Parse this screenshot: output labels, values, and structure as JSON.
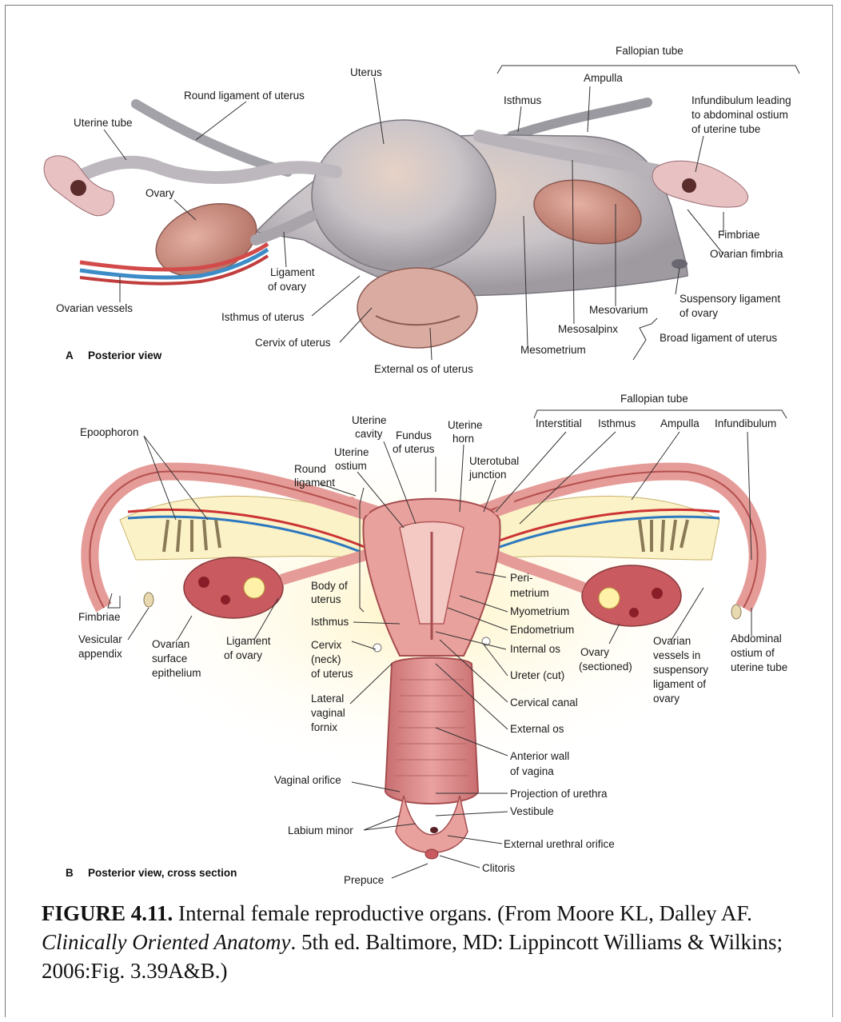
{
  "panel_a": {
    "title_letter": "A",
    "title_text": "Posterior view",
    "labels": {
      "fallopian_tube": "Fallopian tube",
      "uterus": "Uterus",
      "ampulla": "Ampulla",
      "round_ligament_of_uterus": "Round ligament of uterus",
      "isthmus": "Isthmus",
      "infundibulum_l1": "Infundibulum leading",
      "infundibulum_l2": "to abdominal ostium",
      "infundibulum_l3": "of uterine tube",
      "uterine_tube": "Uterine tube",
      "ovary": "Ovary",
      "fimbriae": "Fimbriae",
      "ovarian_fimbria": "Ovarian fimbria",
      "ligament_of_ovary_l1": "Ligament",
      "ligament_of_ovary_l2": "of ovary",
      "suspensory_l1": "Suspensory ligament",
      "suspensory_l2": "of ovary",
      "ovarian_vessels": "Ovarian vessels",
      "isthmus_of_uterus": "Isthmus of uterus",
      "mesovarium": "Mesovarium",
      "mesosalpinx": "Mesosalpinx",
      "broad_ligament": "Broad ligament of uterus",
      "cervix_of_uterus": "Cervix of uterus",
      "mesometrium": "Mesometrium",
      "external_os_of_uterus": "External os of uterus"
    }
  },
  "panel_b": {
    "title_letter": "B",
    "title_text": "Posterior view, cross section",
    "labels": {
      "fallopian_tube": "Fallopian tube",
      "uterine_cavity_l1": "Uterine",
      "uterine_cavity_l2": "cavity",
      "fundus_l1": "Fundus",
      "fundus_l2": "of uterus",
      "uterine_horn_l1": "Uterine",
      "uterine_horn_l2": "horn",
      "interstitial": "Interstitial",
      "isthmus": "Isthmus",
      "ampulla": "Ampulla",
      "infundibulum": "Infundibulum",
      "epoophoron": "Epoophoron",
      "uterine_ostium_l1": "Uterine",
      "uterine_ostium_l2": "ostium",
      "utero_l1": "Uterotubal",
      "utero_l2": "junction",
      "round_ligament_l1": "Round",
      "round_ligament_l2": "ligament",
      "body_l1": "Body of",
      "body_l2": "uterus",
      "perimetrium_l1": "Peri-",
      "perimetrium_l2": "metrium",
      "myometrium": "Myometrium",
      "endometrium": "Endometrium",
      "isthmus_uterus": "Isthmus",
      "internal_os": "Internal os",
      "fimbriae": "Fimbriae",
      "vesicular_l1": "Vesicular",
      "vesicular_l2": "appendix",
      "ovarian_surface_l1": "Ovarian",
      "ovarian_surface_l2": "surface",
      "ovarian_surface_l3": "epithelium",
      "ligament_ovary_l1": "Ligament",
      "ligament_ovary_l2": "of ovary",
      "cervix_l1": "Cervix",
      "cervix_l2": "(neck)",
      "cervix_l3": "of uterus",
      "ureter_cut": "Ureter (cut)",
      "ovary_sectioned_l1": "Ovary",
      "ovary_sectioned_l2": "(sectioned)",
      "ovarian_vessels_l1": "Ovarian",
      "ovarian_vessels_l2": "vessels in",
      "ovarian_vessels_l3": "suspensory",
      "ovarian_vessels_l4": "ligament of",
      "ovarian_vessels_l5": "ovary",
      "abdominal_ostium_l1": "Abdominal",
      "abdominal_ostium_l2": "ostium of",
      "abdominal_ostium_l3": "uterine tube",
      "lateral_fornix_l1": "Lateral",
      "lateral_fornix_l2": "vaginal",
      "lateral_fornix_l3": "fornix",
      "cervical_canal": "Cervical canal",
      "external_os": "External os",
      "anterior_wall_l1": "Anterior wall",
      "anterior_wall_l2": "of vagina",
      "vaginal_orifice": "Vaginal orifice",
      "projection_urethra": "Projection of urethra",
      "vestibule": "Vestibule",
      "labium_minor": "Labium minor",
      "external_urethral_orifice": "External urethral orifice",
      "clitoris": "Clitoris",
      "prepuce": "Prepuce"
    }
  },
  "caption": {
    "figure_label": "FIGURE 4.11.",
    "text_1": " Internal female reproductive organs. (From Moore KL, Dalley AF. ",
    "book_title": "Clinically Oriented Anatomy",
    "text_2": ". 5th ed. Baltimore, MD: Lippincott Williams & Wilkins; 2006:Fig. 3.39A&B.)"
  }
}
